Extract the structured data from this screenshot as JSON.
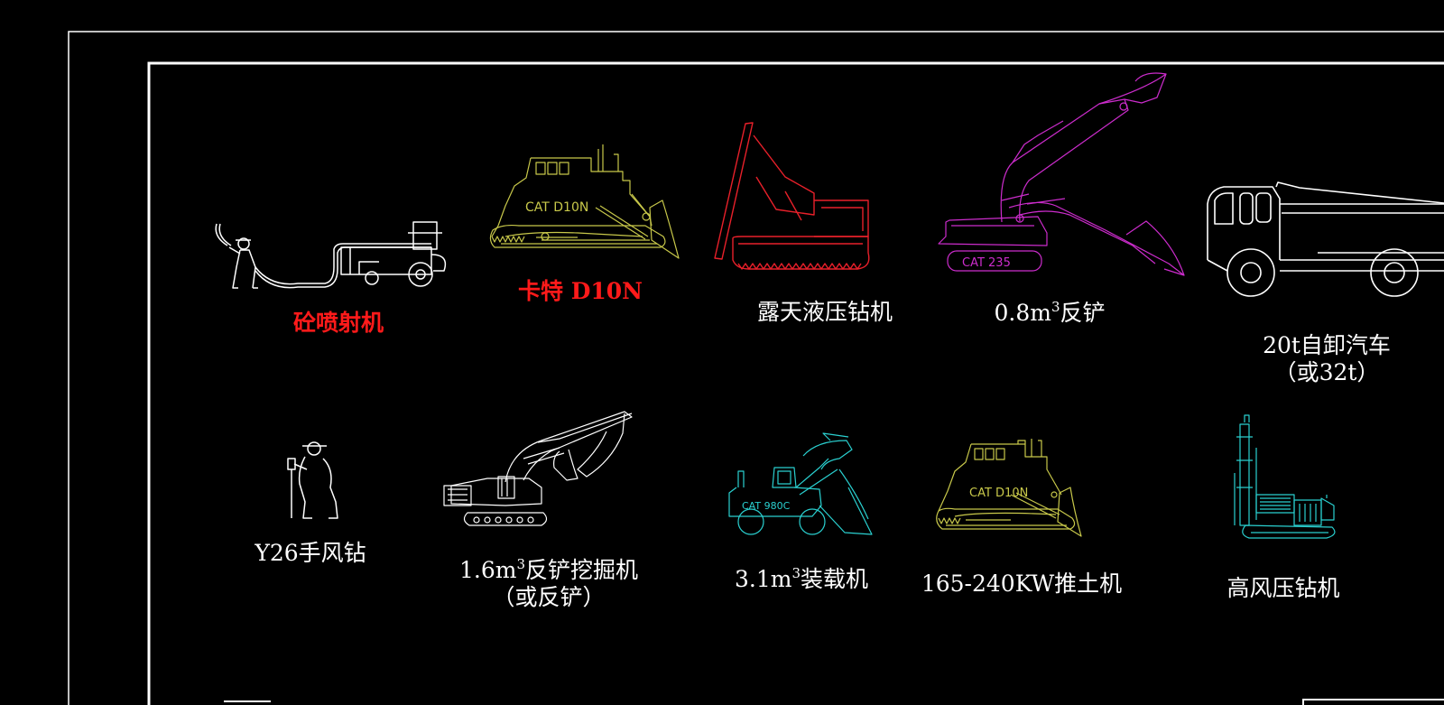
{
  "colors": {
    "background": "#000000",
    "frame": "#ffffff",
    "yellow": "#c8c84a",
    "red": "#e8202a",
    "magenta": "#cc2ccc",
    "cyan": "#2ad0d0",
    "white": "#ffffff",
    "label_red": "#ff1a1a"
  },
  "labels": {
    "shotcrete": "砼喷射机",
    "cat_d10n": "卡特 D10N",
    "hydraulic_drill": "露天液压钻机",
    "backhoe_08_pre": "0.8m",
    "backhoe_08_sup": "3",
    "backhoe_08_post": "反铲",
    "dump_truck_1": "20t自卸汽车",
    "dump_truck_2": "（或32t）",
    "y26_drill": "Y26手风钻",
    "excavator_16_pre": "1.6m",
    "excavator_16_sup": "3",
    "excavator_16_post": "反铲挖掘机",
    "excavator_16_line2": "（或反铲）",
    "loader_31_pre": "3.1m",
    "loader_31_sup": "3",
    "loader_31_post": "装载机",
    "bulldozer_kw": "165-240KW推土机",
    "hp_drill": "高风压钻机"
  },
  "markings": {
    "d10n_text": "CAT D10N",
    "cat235_text": "CAT 235",
    "cat980c_text": "CAT 980C"
  }
}
